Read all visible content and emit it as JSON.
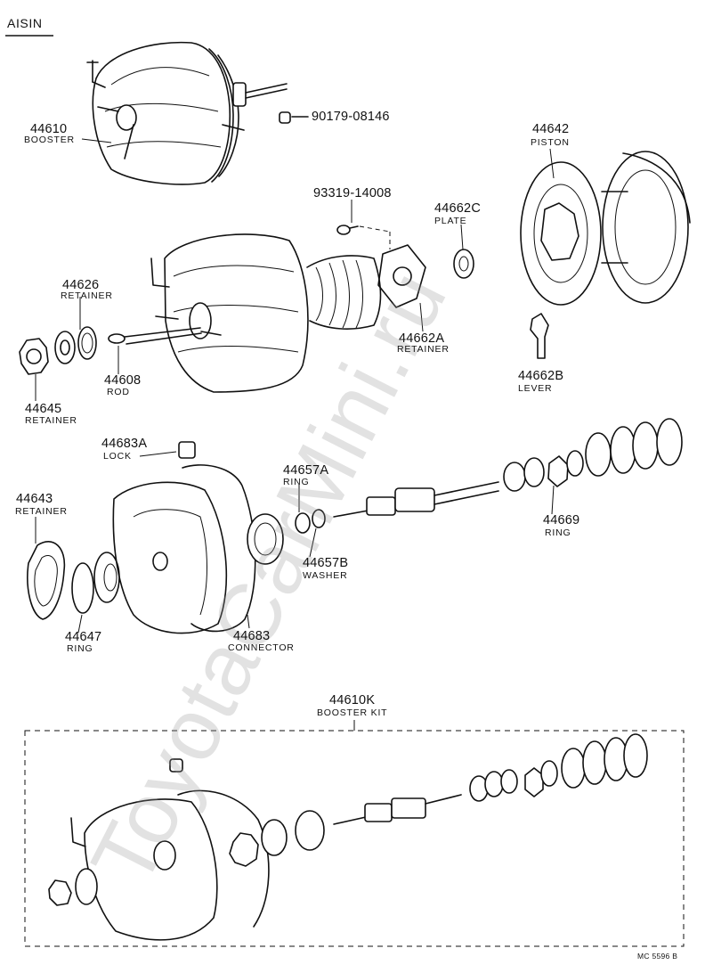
{
  "brand": "AISIN",
  "drawing_ref": "MC 5596 B",
  "watermark": "ToyotaCarMini.ru",
  "parts": [
    {
      "number": "44610",
      "name": "BOOSTER"
    },
    {
      "number": "90179-08146",
      "name": ""
    },
    {
      "number": "44642",
      "name": "PISTON"
    },
    {
      "number": "93319-14008",
      "name": ""
    },
    {
      "number": "44662C",
      "name": "PLATE"
    },
    {
      "number": "44626",
      "name": "RETAINER"
    },
    {
      "number": "44608",
      "name": "ROD"
    },
    {
      "number": "44645",
      "name": "RETAINER"
    },
    {
      "number": "44662A",
      "name": "RETAINER"
    },
    {
      "number": "44662B",
      "name": "LEVER"
    },
    {
      "number": "44683A",
      "name": "LOCK"
    },
    {
      "number": "44657A",
      "name": "RING"
    },
    {
      "number": "44643",
      "name": "RETAINER"
    },
    {
      "number": "44669",
      "name": "RING"
    },
    {
      "number": "44657B",
      "name": "WASHER"
    },
    {
      "number": "44647",
      "name": "RING"
    },
    {
      "number": "44683",
      "name": "CONNECTOR"
    },
    {
      "number": "44610K",
      "name": "BOOSTER KIT"
    }
  ]
}
